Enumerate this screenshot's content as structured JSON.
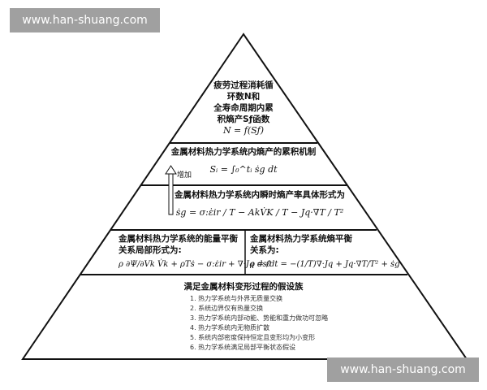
{
  "watermark": "www.han-shuang.com",
  "tier1": {
    "lines": [
      "疲劳过程消耗循",
      "环数N和",
      "全寿命周期内累",
      "积熵产Sƒ函数"
    ],
    "formula": "N = f(Sƒ)"
  },
  "tier2": {
    "title": "金属材料热力学系统内熵产的累积机制",
    "formula": "Sᵢ = ∫₀^tᵢ ṡg dt"
  },
  "arrow_label": "增加",
  "tier3": {
    "title": "金属材料热力学系统内瞬时熵产率具体形式为",
    "formula": "ṡg = σ:ε̇ir / T − AkV̇K / T − Jq·∇T / T²"
  },
  "tier4_left": {
    "title": [
      "金属材料热力学系统的能量平衡",
      "关系局部形式为:"
    ],
    "formula": "ρ ∂Ψ/∂Vk V̇k + ρTṡ − σ:ε̇ir + ∇·Jq = 0"
  },
  "tier4_right": {
    "title": [
      "金属材料热力学系统熵平衡",
      "关系为:"
    ],
    "formula": "ρ ds/dt = −(1/T)∇·Jq + Jq·∇T/T² + ṡg"
  },
  "tier5": {
    "title": "满足金属材料变形过程的假设族",
    "items": [
      "1. 热力学系统与外界无质量交换",
      "2. 系统边界仅有热量交换",
      "3. 热力学系统内部动能、势能和重力做功可忽略",
      "4. 热力学系统内无物质扩散",
      "5. 系统内部密度保持恒定且变形均为小变形",
      "6. 热力学系统满足局部平衡状态假设"
    ]
  }
}
